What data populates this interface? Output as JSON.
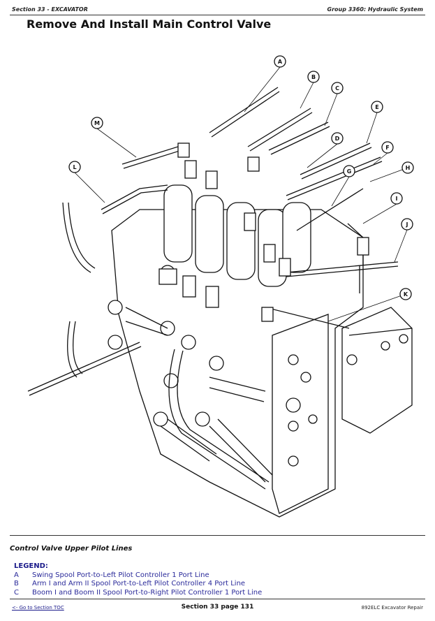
{
  "header": {
    "section": "Section 33 - EXCAVATOR",
    "group": "Group 3360: Hydraulic System"
  },
  "title": "Remove And Install Main Control Valve",
  "figure": {
    "callouts": [
      "A",
      "B",
      "C",
      "D",
      "E",
      "F",
      "G",
      "H",
      "I",
      "J",
      "K",
      "L",
      "M"
    ]
  },
  "caption": "Control Valve Upper Pilot Lines",
  "legend": {
    "heading": "LEGEND:",
    "items": [
      {
        "key": "A",
        "text": "Swing Spool Port-to-Left Pilot Controller 1 Port Line"
      },
      {
        "key": "B",
        "text": "Arm I and Arm II Spool Port-to-Left Pilot Controller 4 Port Line"
      },
      {
        "key": "C",
        "text": "Boom I and Boom II Spool Port-to-Right Pilot Controller 1 Port Line"
      }
    ]
  },
  "footer": {
    "toc_link": "<- Go to Section TOC",
    "page": "Section 33 page 131",
    "manual": "892ELC Excavator Repair"
  }
}
